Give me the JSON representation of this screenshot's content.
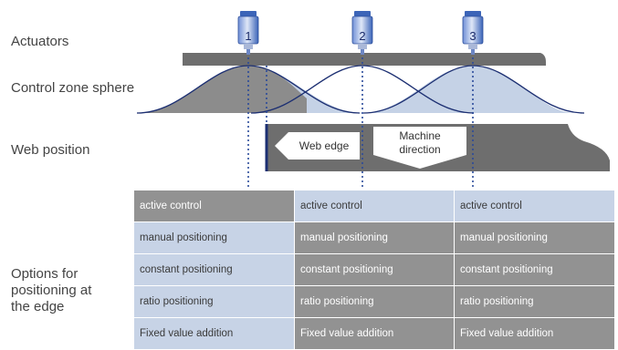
{
  "labels": {
    "actuators": "Actuators",
    "control_zone": "Control zone sphere",
    "web_position": "Web position",
    "options_line1": "Options for",
    "options_line2": "positioning at",
    "options_line3": "the edge"
  },
  "actuators": [
    {
      "number": "1",
      "color": "#3b64b8"
    },
    {
      "number": "2",
      "color": "#3b64b8"
    },
    {
      "number": "3",
      "color": "#3b64b8"
    }
  ],
  "arrows": {
    "web_edge": "Web edge",
    "machine_line1": "Machine",
    "machine_line2": "direction"
  },
  "colors": {
    "zone_active": "#8c8c8c",
    "zone_inactive": "#c5d2e6",
    "curve": "#1c2f72",
    "bar": "#6e6e6e",
    "web": "#6e6e6e",
    "edge_line": "#1c2f72"
  },
  "options": {
    "columns": [
      {
        "cells": [
          {
            "text": "active control",
            "shade": "dark"
          },
          {
            "text": "manual positioning",
            "shade": "light"
          },
          {
            "text": "constant positioning",
            "shade": "light"
          },
          {
            "text": "ratio positioning",
            "shade": "light"
          },
          {
            "text": "Fixed value addition",
            "shade": "light"
          }
        ]
      },
      {
        "cells": [
          {
            "text": "active control",
            "shade": "light"
          },
          {
            "text": "manual positioning",
            "shade": "dark"
          },
          {
            "text": "constant positioning",
            "shade": "dark"
          },
          {
            "text": "ratio positioning",
            "shade": "dark"
          },
          {
            "text": "Fixed value addition",
            "shade": "dark"
          }
        ]
      },
      {
        "cells": [
          {
            "text": "active control",
            "shade": "light"
          },
          {
            "text": "manual positioning",
            "shade": "dark"
          },
          {
            "text": "constant positioning",
            "shade": "dark"
          },
          {
            "text": "ratio positioning",
            "shade": "dark"
          },
          {
            "text": "Fixed value addition",
            "shade": "dark"
          }
        ]
      }
    ]
  }
}
